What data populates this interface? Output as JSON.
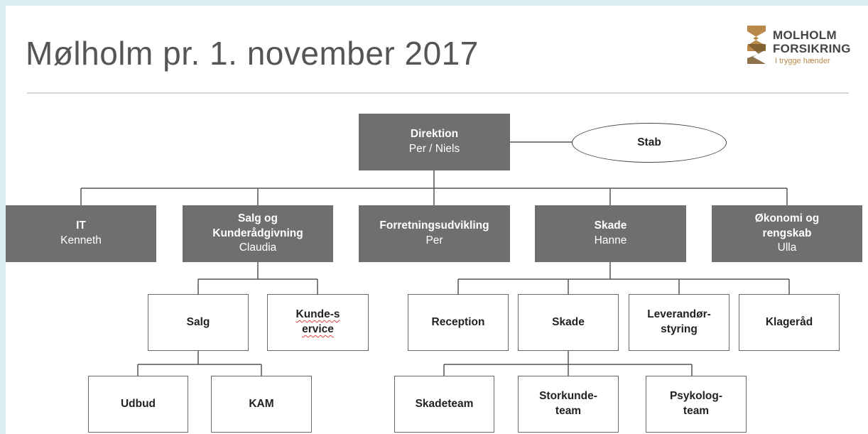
{
  "title": "Mølholm pr. 1. november 2017",
  "logo": {
    "name_line1": "MOLHOLM",
    "name_line2": "FORSIKRING",
    "tagline": "I trygge hænder",
    "color_gold": "#b8894a",
    "color_dark": "#444444"
  },
  "colors": {
    "dark_box": "#6f6f6f",
    "outline": "#666666"
  },
  "org": {
    "top": {
      "title": "Direktion",
      "person": "Per / Niels"
    },
    "stab": "Stab",
    "departments": [
      {
        "title": "IT",
        "person": "Kenneth"
      },
      {
        "title": "Salg og Kunderådgivning",
        "person": "Claudia"
      },
      {
        "title": "Forretningsudvikling",
        "person": "Per"
      },
      {
        "title": "Skade",
        "person": "Hanne"
      },
      {
        "title": "Økonomi og rengskab",
        "person": "Ulla"
      }
    ],
    "salg_units": [
      "Salg",
      "Kunde-service"
    ],
    "salg_subunits": [
      "Udbud",
      "KAM"
    ],
    "skade_units": [
      "Reception",
      "Skade",
      "Leverandør-styring",
      "Klageråd"
    ],
    "skade_subunits": [
      "Skadeteam",
      "Storkunde-team",
      "Psykolog-team"
    ]
  }
}
